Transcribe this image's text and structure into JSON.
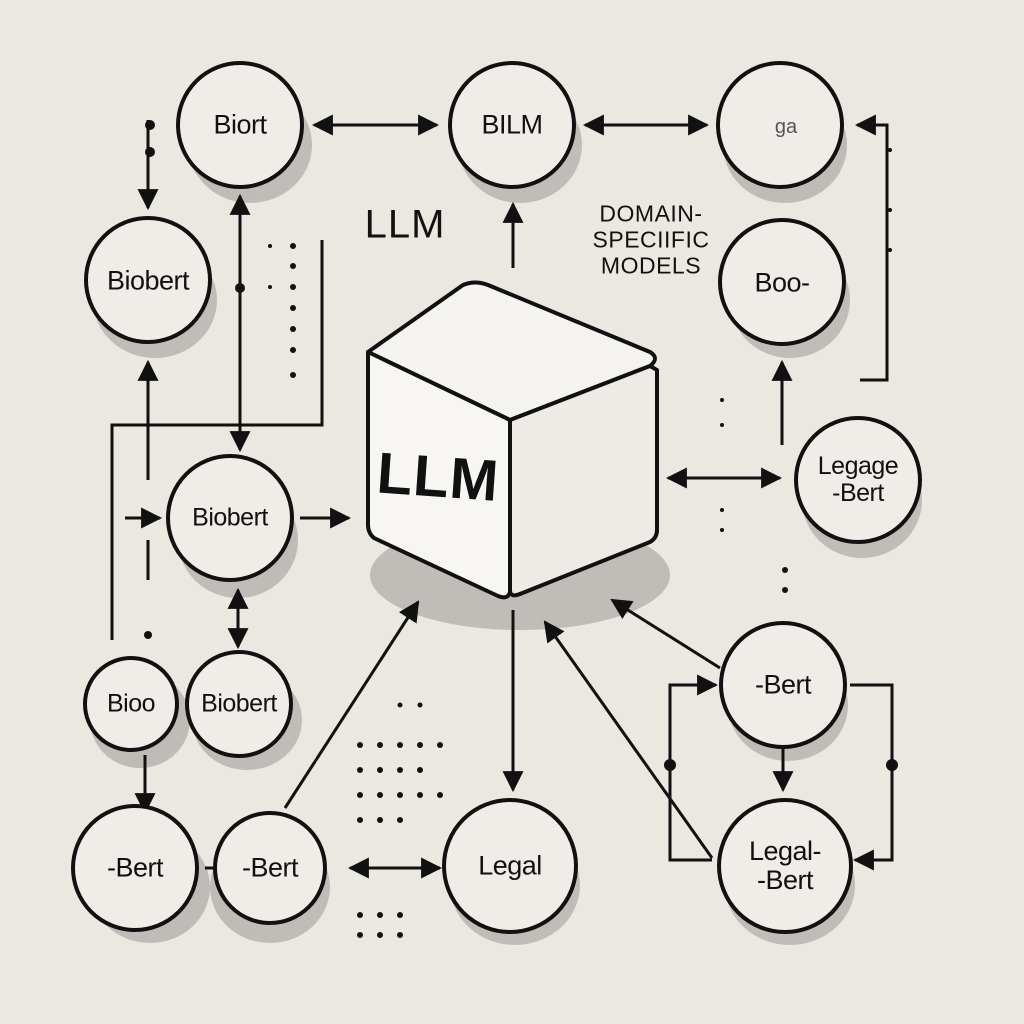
{
  "diagram": {
    "heading": "LLM",
    "cube_label": "LLM",
    "annotation": "DOMAIN-\nSPECIIFIC\nMODELS",
    "nodes": {
      "biort": "Biort",
      "blm": "BILM",
      "ga": "ga",
      "biobert_left": "Biobert",
      "boo": "Boo-",
      "biobert_mid": "Biobert",
      "legage_bert": "Legage\n-Bert",
      "bioo": "Bioo",
      "biobert_low": "Biobert",
      "bert_right": "-Bert",
      "bert_bottom_left": "-Bert",
      "bert_bottom_mid": "-Bert",
      "legal": "Legal",
      "legal_bert": "Legal-\n-Bert"
    }
  }
}
